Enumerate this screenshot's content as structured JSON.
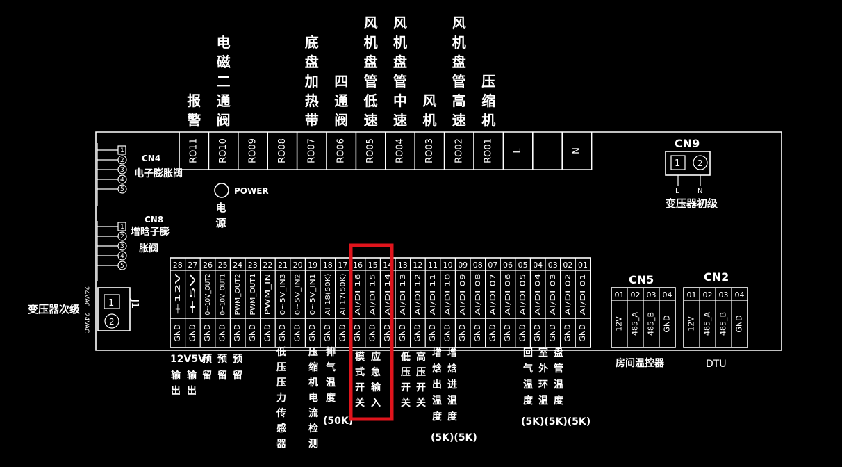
{
  "top_relays": [
    {
      "code": "RO11",
      "label": "报警"
    },
    {
      "code": "RO10",
      "label": "电磁二通阀"
    },
    {
      "code": "RO09",
      "label": ""
    },
    {
      "code": "RO08",
      "label": ""
    },
    {
      "code": "RO07",
      "label": "底盘加热带"
    },
    {
      "code": "RO06",
      "label": "四通阀"
    },
    {
      "code": "RO05",
      "label": "风机盘管低速"
    },
    {
      "code": "RO04",
      "label": "风机盘管中速"
    },
    {
      "code": "RO03",
      "label": "风机"
    },
    {
      "code": "RO02",
      "label": "风机盘管高速"
    },
    {
      "code": "RO01",
      "label": "压缩机"
    },
    {
      "code": "L",
      "label": ""
    },
    {
      "code": "",
      "label": ""
    },
    {
      "code": "N",
      "label": ""
    }
  ],
  "cn4": {
    "name": "CN4",
    "desc": "电子膨胀阀",
    "pins": [
      "1",
      "2",
      "3",
      "4",
      "5"
    ]
  },
  "cn8": {
    "name": "CN8",
    "desc1": "增晗子膨",
    "desc2": "胀阀",
    "pins": [
      "1",
      "2",
      "3",
      "4",
      "5"
    ]
  },
  "j1": {
    "name": "J1",
    "desc": "变压器次级",
    "v1": "24VAC",
    "v2": "24VAC",
    "pins": [
      "1",
      "2"
    ]
  },
  "power": {
    "label": "POWER",
    "desc": "电源"
  },
  "cn9": {
    "name": "CN9",
    "pins": [
      "1",
      "2"
    ],
    "pin_labels": [
      "L",
      "N"
    ],
    "desc": "变压器初级"
  },
  "bottom_terminals": [
    {
      "num": "28",
      "signal": "+12V",
      "gnd": "GND"
    },
    {
      "num": "27",
      "signal": "+5V",
      "gnd": "GND"
    },
    {
      "num": "26",
      "signal": "0~10V_OUT2",
      "gnd": "GND"
    },
    {
      "num": "25",
      "signal": "0~10V_OUT1",
      "gnd": "GND"
    },
    {
      "num": "24",
      "signal": "PWM_OUT2",
      "gnd": "GND"
    },
    {
      "num": "23",
      "signal": "PWM_OUT1",
      "gnd": "GND"
    },
    {
      "num": "22",
      "signal": "PWM_IN",
      "gnd": "GND"
    },
    {
      "num": "21",
      "signal": "0~5V_IN3",
      "gnd": "GND"
    },
    {
      "num": "20",
      "signal": "0~5V_IN2",
      "gnd": "GND"
    },
    {
      "num": "19",
      "signal": "0~5V_IN1",
      "gnd": "GND"
    },
    {
      "num": "18",
      "signal": "AI 18(50K)",
      "gnd": "GND"
    },
    {
      "num": "17",
      "signal": "AI 17(50K)",
      "gnd": "GND"
    },
    {
      "num": "16",
      "signal": "AI/DI 16",
      "gnd": "GND"
    },
    {
      "num": "15",
      "signal": "AI/DI 15",
      "gnd": "GND"
    },
    {
      "num": "14",
      "signal": "AI/DI 14",
      "gnd": "GND"
    },
    {
      "num": "13",
      "signal": "AI/DI 13",
      "gnd": "GND"
    },
    {
      "num": "12",
      "signal": "AI/DI 12",
      "gnd": "GND"
    },
    {
      "num": "11",
      "signal": "AI/DI 11",
      "gnd": "GND"
    },
    {
      "num": "10",
      "signal": "AI/DI 10",
      "gnd": "GND"
    },
    {
      "num": "09",
      "signal": "AI/DI 09",
      "gnd": "GND"
    },
    {
      "num": "08",
      "signal": "AI/DI 08",
      "gnd": "GND"
    },
    {
      "num": "07",
      "signal": "AI/DI 07",
      "gnd": "GND"
    },
    {
      "num": "06",
      "signal": "AI/DI 06",
      "gnd": "GND"
    },
    {
      "num": "05",
      "signal": "AI/DI 05",
      "gnd": "GND"
    },
    {
      "num": "04",
      "signal": "AI/DI 04",
      "gnd": "GND"
    },
    {
      "num": "03",
      "signal": "AI/DI 03",
      "gnd": "GND"
    },
    {
      "num": "02",
      "signal": "AI/DI 02",
      "gnd": "GND"
    },
    {
      "num": "01",
      "signal": "AI/DI 01",
      "gnd": "GND"
    }
  ],
  "bottom_labels": [
    {
      "group": "12V5V",
      "lines": [
        "输出",
        "输出"
      ]
    },
    {
      "group": "",
      "lines": [
        "预留",
        "预留",
        "预留"
      ]
    },
    {
      "group": "",
      "lines": [
        "低压压力传感器"
      ]
    },
    {
      "group": "",
      "lines": [
        "压缩机电流检测"
      ]
    },
    {
      "group": "",
      "lines": [
        "排气温度"
      ],
      "extra": "(50K)"
    },
    {
      "group": "",
      "lines": [
        "模式开关",
        "应急输入"
      ]
    },
    {
      "group": "",
      "lines": [
        "低压开关",
        "高压开关"
      ]
    },
    {
      "group": "",
      "lines": [
        "增焓出温度",
        "增焓进温度"
      ],
      "extra": "(5K)(5K)"
    },
    {
      "group": "",
      "lines": [
        "回气温度",
        "室外环温",
        "盘管温度"
      ],
      "extra": "(5K)(5K)(5K)"
    }
  ],
  "cn5": {
    "name": "CN5",
    "pins": [
      "01",
      "02",
      "03",
      "04"
    ],
    "signals": [
      "12V",
      "485_A",
      "485_B",
      "GND"
    ],
    "desc": "房间温控器"
  },
  "cn2": {
    "name": "CN2",
    "pins": [
      "01",
      "02",
      "03",
      "04"
    ],
    "signals": [
      "12V",
      "485_A",
      "485_B",
      "GND"
    ],
    "desc": "DTU"
  },
  "highlight": {
    "color": "#e0141c",
    "terminals": [
      "16",
      "15"
    ]
  }
}
